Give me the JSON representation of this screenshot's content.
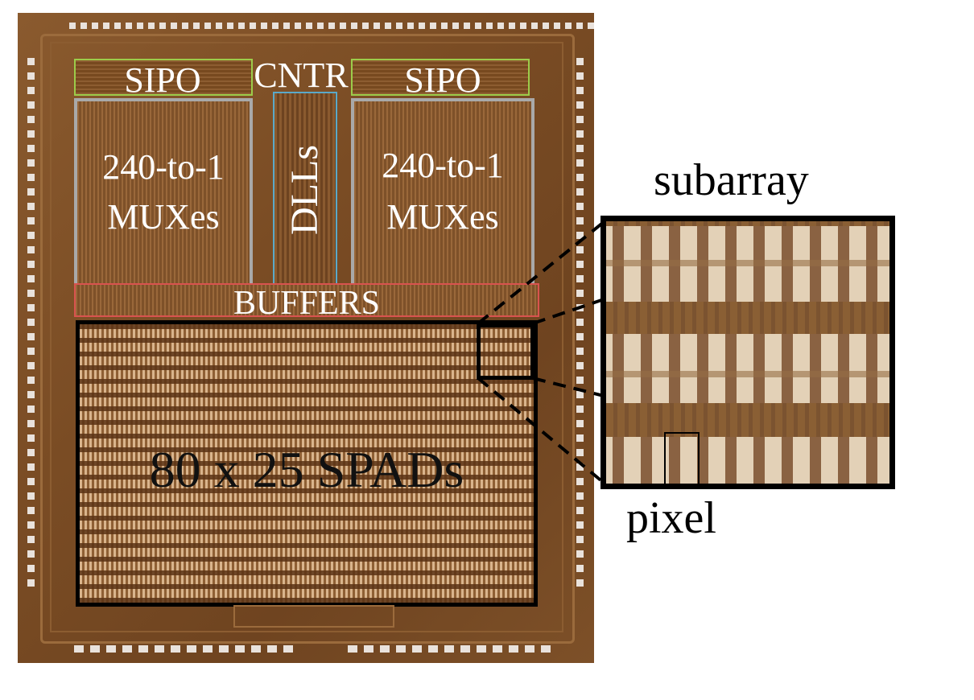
{
  "labels": {
    "sipo_left": "SIPO",
    "cntr": "CNTR",
    "sipo_right": "SIPO",
    "mux_left_line1": "240-to-1",
    "mux_left_line2": "MUXes",
    "dlls": "DLLs",
    "mux_right_line1": "240-to-1",
    "mux_right_line2": "MUXes",
    "buffers": "BUFFERS",
    "spad_array": "80 x 25 SPADs",
    "subarray": "subarray",
    "pixel": "pixel"
  },
  "colors": {
    "die": "#7a4c24",
    "sipo_outline": "#9ccc4a",
    "mux_outline": "#a9a9a9",
    "dll_outline": "#5aa9c9",
    "buffers_outline": "#d9534f",
    "spad_outline": "#000000",
    "pad": "#e9e2dc"
  }
}
